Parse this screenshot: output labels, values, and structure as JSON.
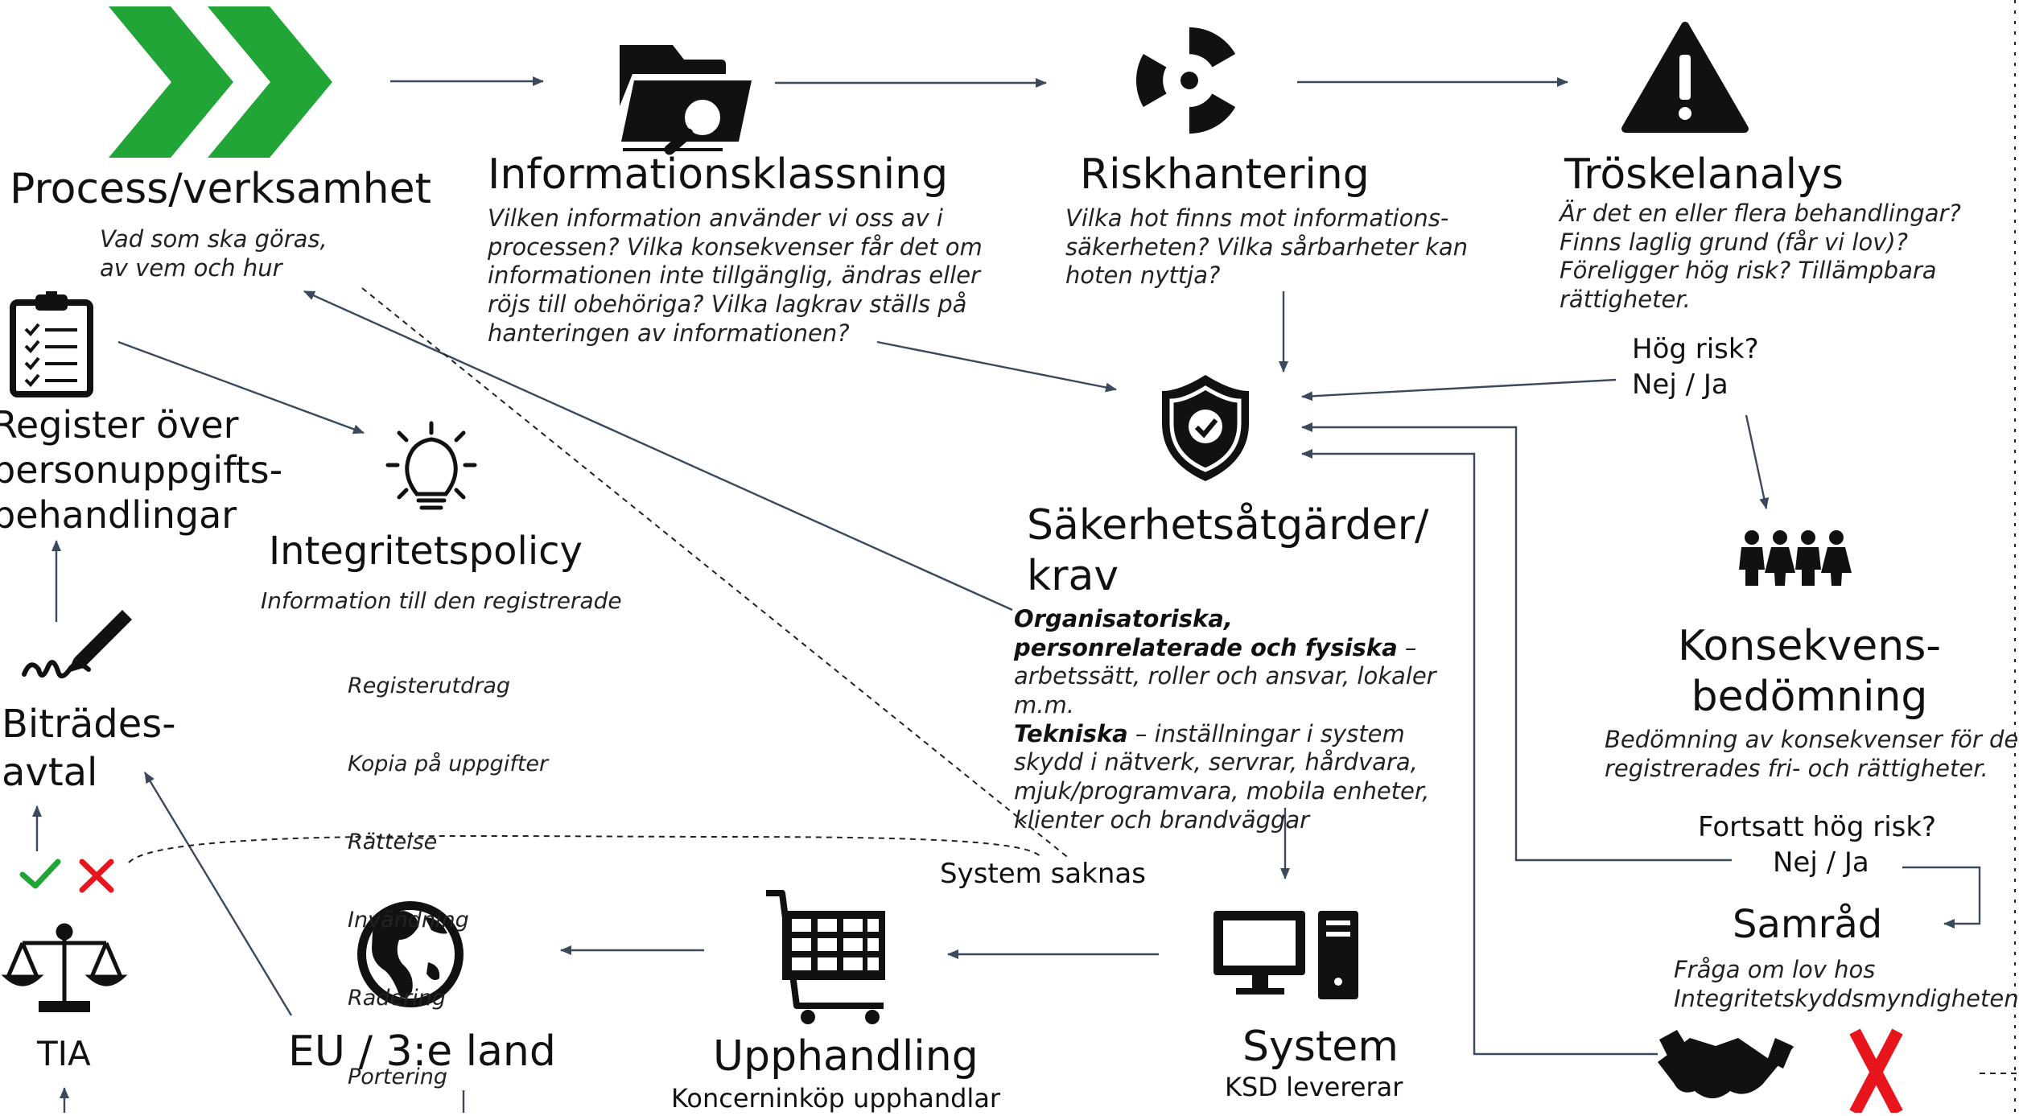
{
  "nodes": {
    "process": {
      "title": "Process/verksamhet",
      "desc": "Vad som ska göras,\nav vem och hur"
    },
    "info": {
      "title": "Informationsklassning",
      "desc": "Vilken information använder vi oss av i\nprocessen? Vilka konsekvenser får det om\ninformationen inte tillgänglig, ändras eller\nröjs till obehöriga? Vilka lagkrav ställs på\nhanteringen av informationen?"
    },
    "risk": {
      "title": "Riskhantering",
      "desc": "Vilka hot finns mot informations-\nsäkerheten? Vilka sårbarheter kan\nhoten nyttja?"
    },
    "threshold": {
      "title": "Tröskelanalys",
      "desc": "Är det en eller flera behandlingar?\nFinns laglig grund (får vi lov)?\nFöreligger hög risk? Tillämpbara\nrättigheter."
    },
    "high_risk": {
      "question": "Hög risk?",
      "options": "Nej / Ja"
    },
    "security": {
      "title": "Säkerhetsåtgärder/\nkrav",
      "org_bold": "Organisatoriska, personrelaterade och fysiska",
      "org_text": " – arbetssätt, roller och ansvar, lokaler m.m.",
      "tech_bold": "Tekniska",
      "tech_text": " – inställningar i system skydd i nätverk, servrar, hårdvara, mjuk/programvara, mobila enheter, klienter och brandväggar"
    },
    "register": {
      "title": "Register över\npersonuppgifts-\nbehandlingar"
    },
    "policy": {
      "title": "Integritetspolicy",
      "desc": "Information till den registrerade",
      "items": [
        "Registerutdrag",
        "Kopia på uppgifter",
        "Rättelse",
        "Invändning",
        "Radering",
        "Portering"
      ]
    },
    "consequence": {
      "title": "Konsekvens-\nbedömning",
      "desc": "Bedömning av konsekvenser för de\nregistrerades fri- och rättigheter."
    },
    "continued_risk": {
      "question": "Fortsatt hög risk?",
      "options": "Nej / Ja"
    },
    "consultation": {
      "title": "Samråd",
      "desc": "Fråga om lov hos\nIntegritetskyddsmyndigheten."
    },
    "dpa": {
      "title": "Biträdes-\navtal"
    },
    "tia": {
      "title": "TIA"
    },
    "eu": {
      "title": "EU / 3:e land"
    },
    "procurement": {
      "title": "Upphandling",
      "desc": "Koncerninköp upphandlar"
    },
    "system": {
      "title": "System",
      "desc": "KSD levererar"
    },
    "system_missing": {
      "label": "System saknas"
    }
  },
  "icons": {
    "process": "green-chevrons-icon",
    "info": "folder-search-icon",
    "risk": "radiation-icon",
    "threshold": "warning-triangle-icon",
    "security": "shield-check-icon",
    "register": "clipboard-checklist-icon",
    "policy": "lightbulb-icon",
    "consequence": "people-group-icon",
    "dpa": "signature-pen-icon",
    "tia": "scales-icon",
    "eu": "globe-icon",
    "procurement": "shopping-cart-icon",
    "system": "computer-icon",
    "handshake": "handshake-icon",
    "reject": "red-cross-icon",
    "check": "green-check-icon",
    "cross": "small-red-cross-icon"
  },
  "colors": {
    "green": "#21a536",
    "red": "#e8161c",
    "arrow": "#3a4a5c",
    "text": "#111111"
  }
}
